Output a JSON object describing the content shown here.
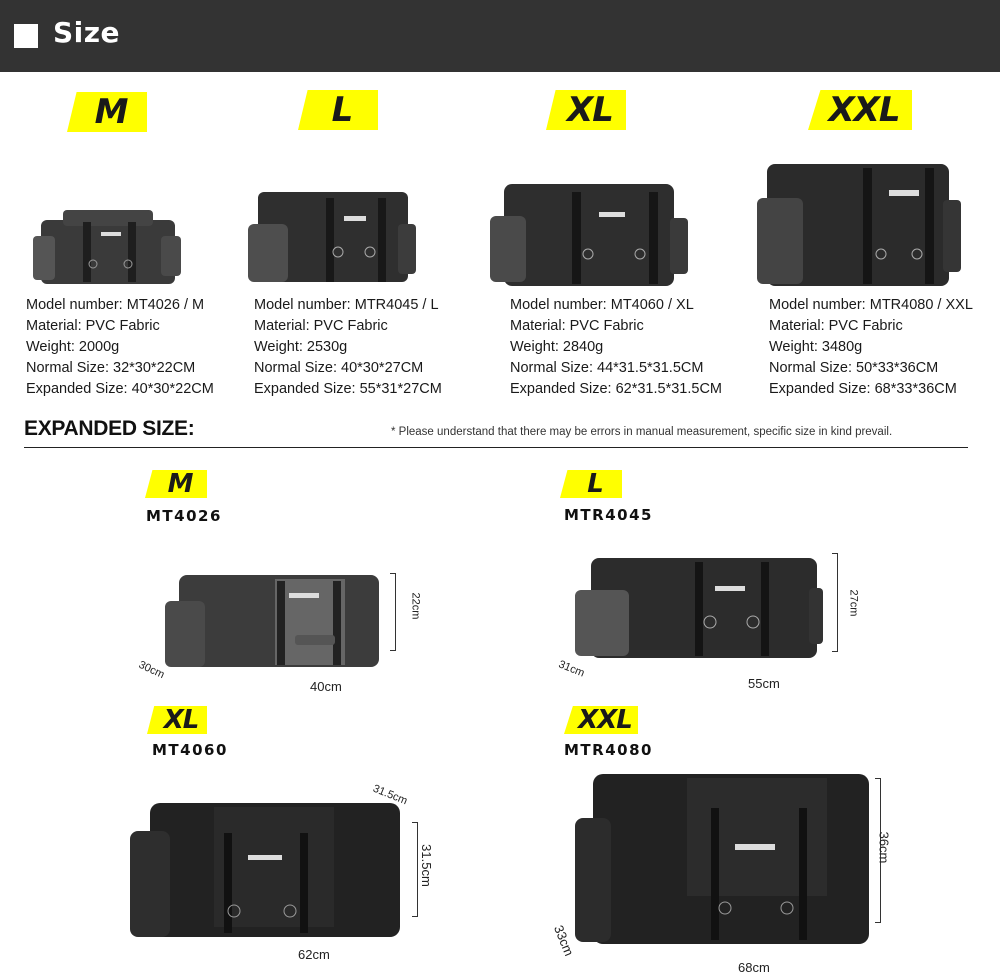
{
  "header": {
    "title": "Size",
    "icon": "white-square-icon"
  },
  "sizes": [
    {
      "tag": "M",
      "specs": {
        "model_number": "Model number:  MT4026 / M",
        "material": "Material:  PVC Fabric",
        "weight": "Weight:   2000g",
        "normal_size": "Normal Size:  32*30*22CM",
        "expanded_size": "Expanded Size: 40*30*22CM"
      }
    },
    {
      "tag": "L",
      "specs": {
        "model_number": "Model number:  MTR4045 / L",
        "material": "Material:   PVC Fabric",
        "weight": "Weight:   2530g",
        "normal_size": "Normal Size:   40*30*27CM",
        "expanded_size": "Expanded Size: 55*31*27CM"
      }
    },
    {
      "tag": "XL",
      "specs": {
        "model_number": "Model number:  MT4060 / XL",
        "material": "Material:   PVC Fabric",
        "weight": "Weight:   2840g",
        "normal_size": "Normal Size:  44*31.5*31.5CM",
        "expanded_size": "Expanded Size: 62*31.5*31.5CM"
      }
    },
    {
      "tag": "XXL",
      "specs": {
        "model_number": "Model number:  MTR4080 / XXL",
        "material": "Material:  PVC Fabric",
        "weight": "Weight:   3480g",
        "normal_size": "Normal Size:  50*33*36CM",
        "expanded_size": "Expanded Size: 68*33*36CM"
      }
    }
  ],
  "expanded": {
    "title": "EXPANDED SIZE:",
    "note": "* Please understand that there may be errors in manual measurement, specific size in kind prevail.",
    "items": [
      {
        "tag": "M",
        "model": "MT4026",
        "depth": "30cm",
        "length": "40cm",
        "height": "22cm"
      },
      {
        "tag": "L",
        "model": "MTR4045",
        "depth": "31cm",
        "length": "55cm",
        "height": "27cm"
      },
      {
        "tag": "XL",
        "model": "MT4060",
        "depth": "31.5cm",
        "length": "62cm",
        "height": "31.5cm"
      },
      {
        "tag": "XXL",
        "model": "MTR4080",
        "depth": "33cm",
        "length": "68cm",
        "height": "36cm"
      }
    ]
  },
  "colors": {
    "header_bg": "#333333",
    "tag_yellow": "#ffff00",
    "bag_dark": "#2b2b2b"
  }
}
